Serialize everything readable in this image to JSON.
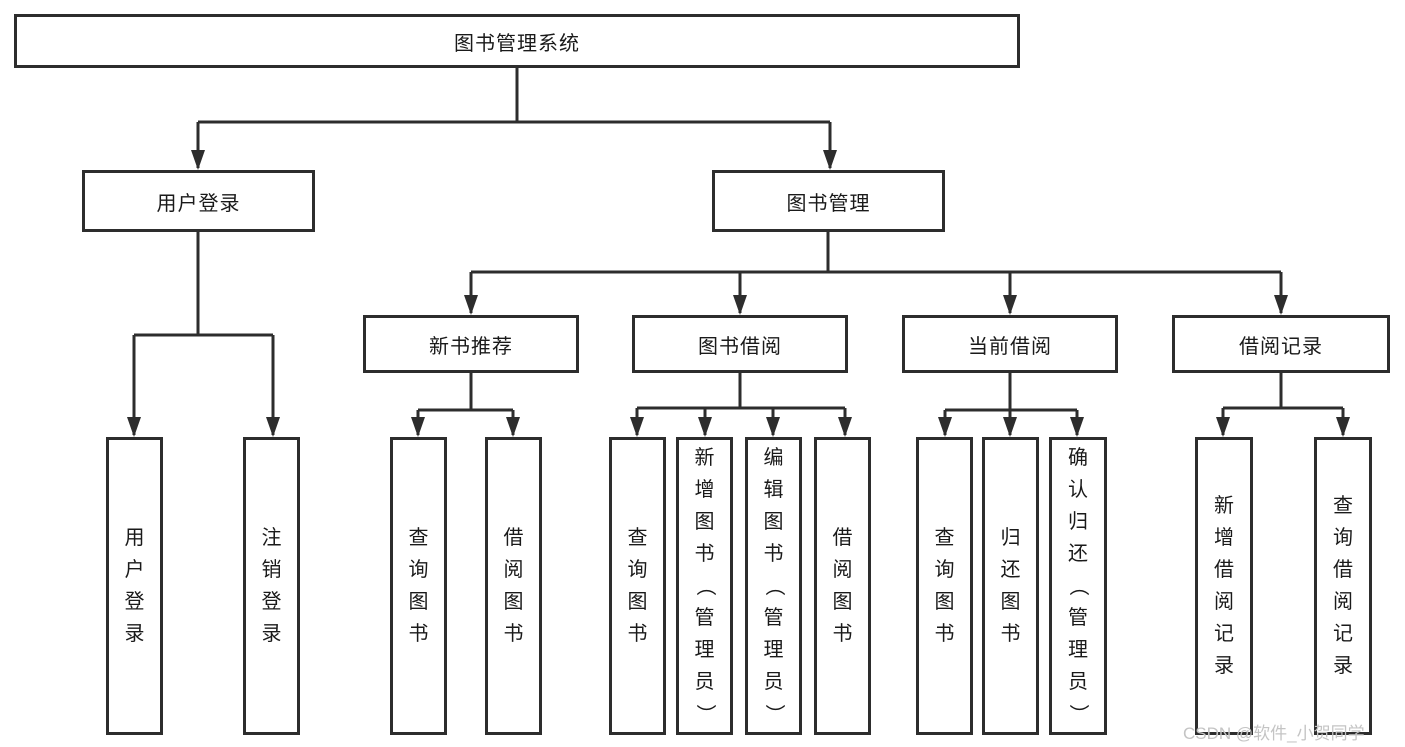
{
  "diagram": {
    "type": "hierarchy-tree",
    "nodes": {
      "root": {
        "label": "图书管理系统"
      },
      "user_login": {
        "label": "用户登录"
      },
      "book_mgmt": {
        "label": "图书管理"
      },
      "new_book_rec": {
        "label": "新书推荐"
      },
      "book_borrow": {
        "label": "图书借阅"
      },
      "current_borrow": {
        "label": "当前借阅"
      },
      "borrow_records": {
        "label": "借阅记录"
      },
      "ul_login": {
        "label": "用户登录"
      },
      "ul_logout": {
        "label": "注销登录"
      },
      "nb_query": {
        "label": "查询图书"
      },
      "nb_borrow": {
        "label": "借阅图书"
      },
      "bb_query": {
        "label": "查询图书"
      },
      "bb_add": {
        "label": "新增图书（管理员）"
      },
      "bb_edit": {
        "label": "编辑图书（管理员）"
      },
      "bb_borrow": {
        "label": "借阅图书"
      },
      "cb_query": {
        "label": "查询图书"
      },
      "cb_return": {
        "label": "归还图书"
      },
      "cb_confirm": {
        "label": "确认归还（管理员）"
      },
      "br_add": {
        "label": "新增借阅记录"
      },
      "br_query": {
        "label": "查询借阅记录"
      }
    },
    "hierarchy": {
      "图书管理系统": {
        "用户登录": [
          "用户登录",
          "注销登录"
        ],
        "图书管理": {
          "新书推荐": [
            "查询图书",
            "借阅图书"
          ],
          "图书借阅": [
            "查询图书",
            "新增图书（管理员）",
            "编辑图书（管理员）",
            "借阅图书"
          ],
          "当前借阅": [
            "查询图书",
            "归还图书",
            "确认归还（管理员）"
          ],
          "借阅记录": [
            "新增借阅记录",
            "查询借阅记录"
          ]
        }
      }
    },
    "colors": {
      "line": "#2d2d2d",
      "box_border": "#2d2d2d",
      "box_fill": "#ffffff",
      "text": "#1a1a1a",
      "background": "#ffffff"
    }
  },
  "watermark": {
    "text": "CSDN @软件_小贺同学",
    "color": "#c4c4c4"
  }
}
